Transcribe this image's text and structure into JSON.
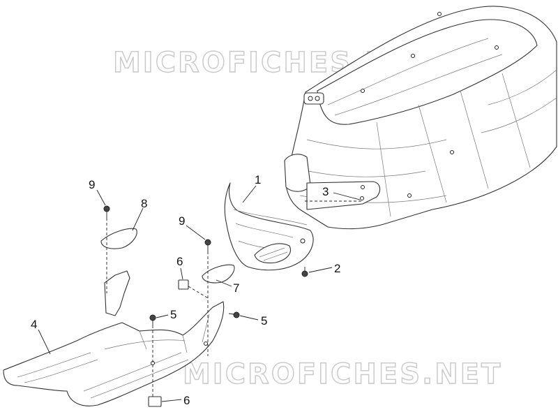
{
  "watermark": "MICROFICHES.NET",
  "callouts": {
    "c1": "1",
    "c2": "2",
    "c3": "3",
    "c4": "4",
    "c5a": "5",
    "c5b": "5",
    "c6a": "6",
    "c6b": "6",
    "c7": "7",
    "c8": "8",
    "c9a": "9",
    "c9b": "9"
  },
  "colors": {
    "line": "#333333",
    "watermark": "#c8c8c8",
    "background": "#ffffff"
  }
}
